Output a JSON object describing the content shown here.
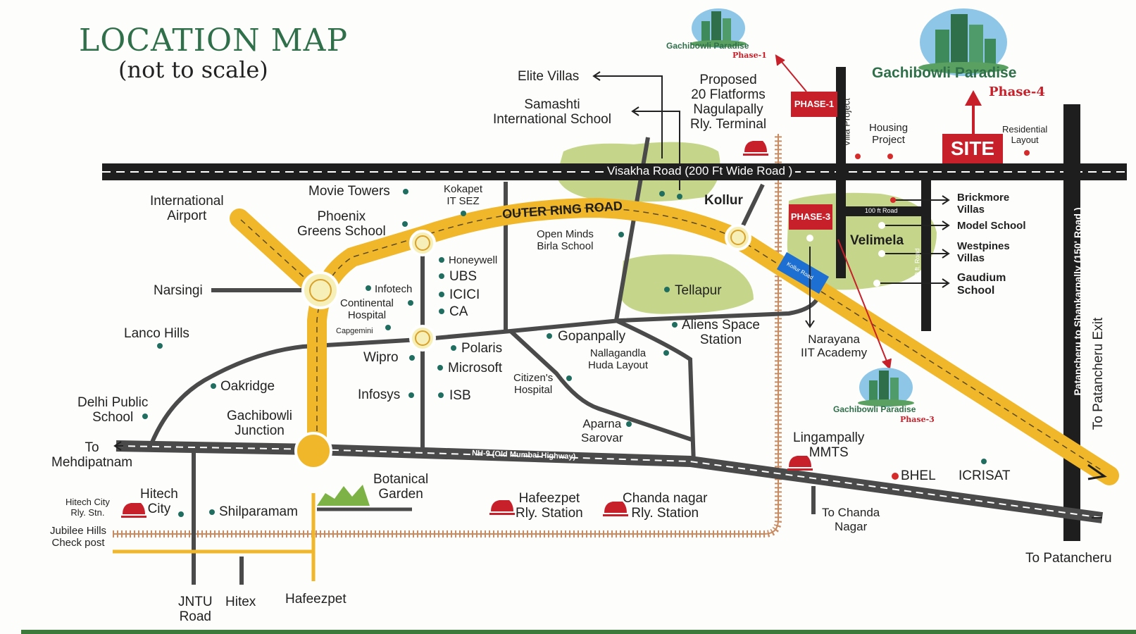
{
  "title": "LOCATION MAP",
  "subtitle": "(not to scale)",
  "colors": {
    "ring_road": "#f0b72b",
    "major_road": "#1e1e1e",
    "local_road": "#4a4a4a",
    "rail": "#c98b62",
    "green_area": "#c5d68a",
    "accent_red": "#c8202a",
    "brand_green": "#2f6f4a",
    "poi_dot": "#1f6e60",
    "red_dot": "#d62b2b",
    "segment_blue": "#1d6fd1"
  },
  "roads": {
    "visakha": "Visakha Road (200 Ft Wide Road )",
    "ring": "OUTER RING ROAD",
    "nh9": "NH-9 (Old Mumbai Highway)",
    "patancheru_road": "Patancheru to Shankarpally (150' Road )",
    "road_100_top": "100 ft Road",
    "road_100_side": "100 ft. Road",
    "kollur_seg": "Kollur Road",
    "villa_project": "Villa Project"
  },
  "tags": {
    "phase1": "PHASE-1",
    "phase3": "PHASE-3",
    "site": "SITE"
  },
  "brand": {
    "name": "Gachibowli Paradise",
    "phase4": "Phase-4",
    "phase1": "Phase-1",
    "phase3": "Phase-3"
  },
  "labels": {
    "elite_villas": "Elite Villas",
    "samashti_1": "Samashti",
    "samashti_2": "International School",
    "proposed_1": "Proposed",
    "proposed_2": "20 Flatforms",
    "proposed_3": "Nagulapally",
    "proposed_4": "Rly. Terminal",
    "housing_1": "Housing",
    "housing_2": "Project",
    "residential_1": "Residential",
    "residential_2": "Layout",
    "intl_airport_1": "International",
    "intl_airport_2": "Airport",
    "movie_towers": "Movie Towers",
    "kokapet_1": "Kokapet",
    "kokapet_2": "IT SEZ",
    "phoenix_1": "Phoenix",
    "phoenix_2": "Greens School",
    "kollur": "Kollur",
    "open_minds_1": "Open Minds",
    "open_minds_2": "Birla School",
    "velimela": "Velimela",
    "brickmore_1": "Brickmore",
    "brickmore_2": "Villas",
    "model_school": "Model School",
    "westpines_1": "Westpines",
    "westpines_2": "Villas",
    "gaudium_1": "Gaudium",
    "gaudium_2": "School",
    "narsingi": "Narsingi",
    "honeywell": "Honeywell",
    "ubs": "UBS",
    "icici": "ICICI",
    "ca": "CA",
    "infotech": "Infotech",
    "continental_1": "Continental",
    "continental_2": "Hospital",
    "capgemini": "Capgemini",
    "tellapur": "Tellapur",
    "aliens_1": "Aliens Space",
    "aliens_2": "Station",
    "narayana_1": "Narayana",
    "narayana_2": "IIT Academy",
    "lanco_hills": "Lanco Hills",
    "gopanpally": "Gopanpally",
    "polaris": "Polaris",
    "wipro": "Wipro",
    "microsoft": "Microsoft",
    "nallagandla_1": "Nallagandla",
    "nallagandla_2": "Huda Layout",
    "oakridge": "Oakridge",
    "infosys": "Infosys",
    "isb": "ISB",
    "citizens_1": "Citizen's",
    "citizens_2": "Hospital",
    "dps_1": "Delhi Public",
    "dps_2": "School",
    "gachibowli_jn_1": "Gachibowli",
    "gachibowli_jn_2": "Junction",
    "aparna_1": "Aparna",
    "aparna_2": "Sarovar",
    "lingampally_1": "Lingampally",
    "lingampally_2": "MMTS",
    "to_mehdipatnam_1": "To",
    "to_mehdipatnam_2": "Mehdipatnam",
    "bhel": "BHEL",
    "icrisat": "ICRISAT",
    "to_patancheru_exit": "To Patancheru Exit",
    "botanical_1": "Botanical",
    "botanical_2": "Garden",
    "hitech_stn_1": "Hitech City",
    "hitech_stn_2": "Rly. Stn.",
    "hitech_city_1": "Hitech",
    "hitech_city_2": "City",
    "shilparamam": "Shilparamam",
    "hafeezpet_stn_1": "Hafeezpet",
    "hafeezpet_stn_2": "Rly. Station",
    "chanda_stn_1": "Chanda nagar",
    "chanda_stn_2": "Rly. Station",
    "to_chanda_1": "To Chanda",
    "to_chanda_2": "Nagar",
    "jubilee_1": "Jubilee Hills",
    "jubilee_2": "Check post",
    "to_patancheru": "To Patancheru",
    "jntu_1": "JNTU",
    "jntu_2": "Road",
    "hitex": "Hitex",
    "hafeezpet": "Hafeezpet"
  }
}
